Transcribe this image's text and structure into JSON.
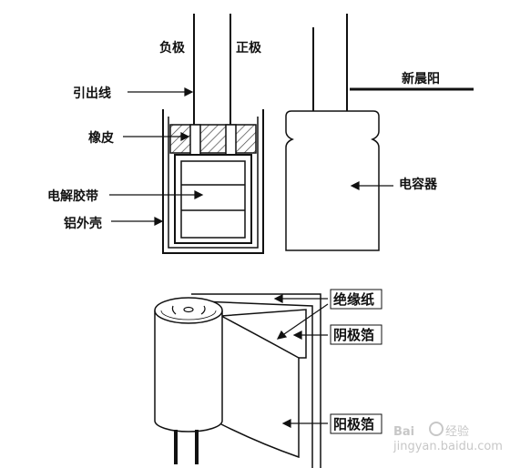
{
  "top_diagram": {
    "negative_lead": "负极",
    "positive_lead": "正极",
    "lead_wire": "引出线",
    "rubber": "橡皮",
    "electrolyte_tape": "电解胶带",
    "aluminum_shell": "铝外壳"
  },
  "right_diagram": {
    "brand": "新晨阳",
    "capacitor": "电容器"
  },
  "bottom_diagram": {
    "insulating_paper": "绝缘纸",
    "cathode_foil": "阴极箔",
    "anode_foil": "阳极箔"
  },
  "watermark": {
    "logo_text": "Bai",
    "logo_suffix": "经验",
    "url": "jingyan.baidu.com"
  },
  "colors": {
    "line": "#111111",
    "hatch": "#444444",
    "watermark": "#b5b5b5"
  }
}
